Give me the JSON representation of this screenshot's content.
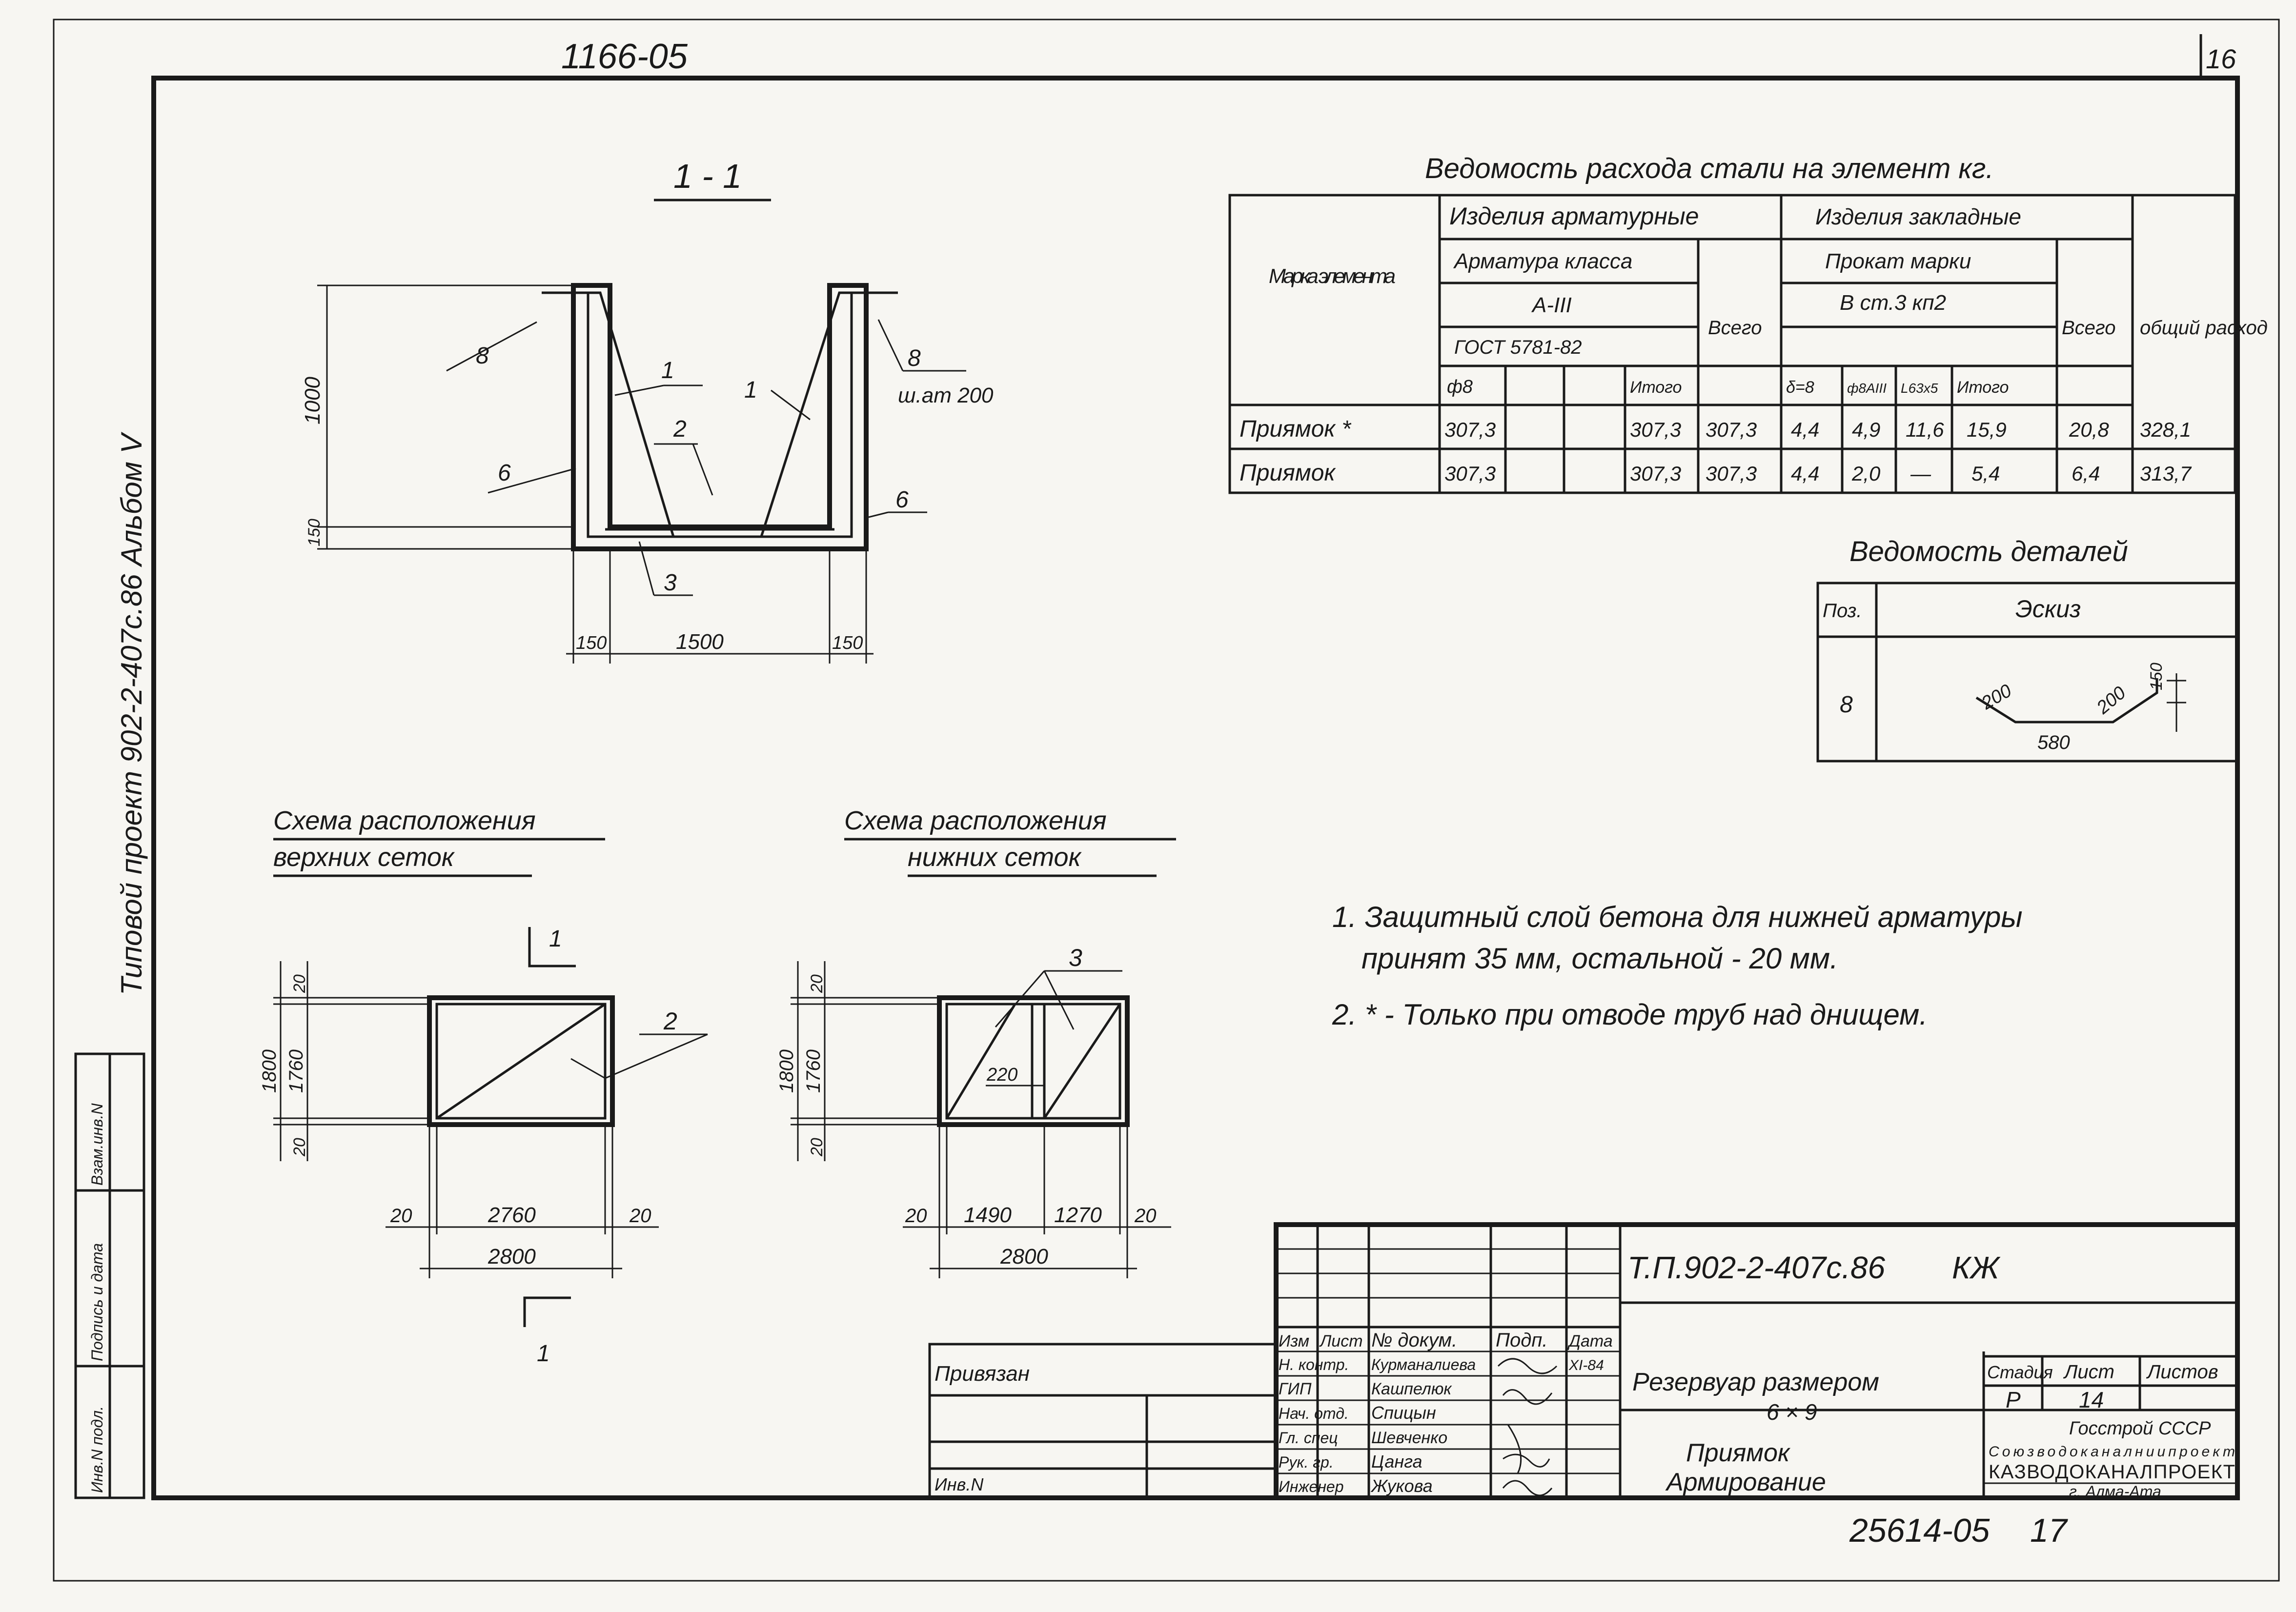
{
  "sheet": {
    "top_code": "1166-05",
    "page_number": "16",
    "margin_vertical": "Типовой проект  902-2-407с.86  Альбом V",
    "stamp_labels": [
      "Инв.N подл.",
      "Подпись и дата",
      "Взам.инв.N"
    ]
  },
  "section": {
    "title": "1 - 1",
    "dims": {
      "height_total": "1000",
      "bottom": "150",
      "wall_left": "150",
      "inner": "1500",
      "wall_right": "150"
    },
    "callouts": [
      "8",
      "1",
      "2",
      "6",
      "1",
      "8",
      "3",
      "6"
    ],
    "spacing_note": "ш.ат 200"
  },
  "steel_table": {
    "title": "Ведомость расхода стали на элемент кг.",
    "headers": {
      "mark": "Марка элемента",
      "group_rebar": "Изделия арматурные",
      "rebar_class": "Арматура класса",
      "class": "А-III",
      "gost": "ГОСТ 5781-82",
      "group_embed": "Изделия закладные",
      "rolled": "Прокат марки",
      "grade": "В ст.3 кп2",
      "total": "Всего",
      "overall": "общий расход"
    },
    "subcols": [
      "ф8",
      "",
      "",
      "Итого",
      "",
      "δ=8",
      "ф8АIII",
      "L63х5",
      "Итого",
      "",
      ""
    ],
    "rows": [
      {
        "mark": "Приямок  *",
        "cells": [
          "307,3",
          "",
          "",
          "307,3",
          "307,3",
          "4,4",
          "4,9",
          "11,6",
          "15,9",
          "20,8",
          "328,1"
        ]
      },
      {
        "mark": "Приямок",
        "cells": [
          "307,3",
          "",
          "",
          "307,3",
          "307,3",
          "4,4",
          "2,0",
          "—",
          "5,4",
          "6,4",
          "313,7"
        ]
      }
    ]
  },
  "details_table": {
    "title": "Ведомость деталей",
    "col_pos": "Поз.",
    "col_sketch": "Эскиз",
    "pos": "8",
    "sketch_dims": [
      "200",
      "200",
      "150",
      "580"
    ]
  },
  "upper_mesh": {
    "title_line1": "Схема расположения",
    "title_line2": "верхних сеток",
    "section_mark": "1",
    "callout": "2",
    "dims": {
      "top": "20",
      "h_total": "1800",
      "h_inner": "1760",
      "bottom": "20",
      "w_left": "20",
      "w_inner": "2760",
      "w_right": "20",
      "w_total": "2800"
    }
  },
  "lower_mesh": {
    "title_line1": "Схема расположения",
    "title_line2": "нижних сеток",
    "callout": "3",
    "overlap": "220",
    "dims": {
      "top": "20",
      "h_total": "1800",
      "h_inner": "1760",
      "bottom": "20",
      "w_left": "20",
      "w_a": "1490",
      "w_b": "1270",
      "w_right": "20",
      "w_total": "2800"
    }
  },
  "notes": [
    "1. Защитный слой бетона для нижней арматуры",
    "принят 35 мм,  остальной - 20 мм.",
    "2.   * - Только при отводе труб над днищем."
  ],
  "title_block": {
    "project_code": "Т.П.902-2-407с.86",
    "sheet_type": "КЖ",
    "privyazan": "Привязан",
    "inv": "Инв.N",
    "head_cols": [
      "Изм",
      "Лист",
      "№ докум.",
      "Подп.",
      "Дата"
    ],
    "roles": [
      "Н. контр.",
      "ГИП",
      "Нач. отд.",
      "Гл. спец",
      "Рук. гр.",
      "Инженер"
    ],
    "names": [
      "Курманалиева",
      "Кашпелюк",
      "Спицын",
      "Шевченко",
      "Цанга",
      "Жукова"
    ],
    "date": "XI-84",
    "object_line1": "Резервуар размером",
    "object_line2": "6 × 9",
    "drawing_line1": "Приямок",
    "drawing_line2": "Армирование",
    "stage_label": "Стадия",
    "sheet_label": "Лист",
    "sheets_label": "Листов",
    "stage": "Р",
    "sheet": "14",
    "org1": "Госстрой СССР",
    "org2": "Союзводоканалниипроект",
    "org3": "КАЗВОДОКАНАЛПРОЕКТ",
    "org4": "г. Алма-Ата"
  },
  "archive": {
    "number": "25614-05",
    "copy": "17"
  }
}
